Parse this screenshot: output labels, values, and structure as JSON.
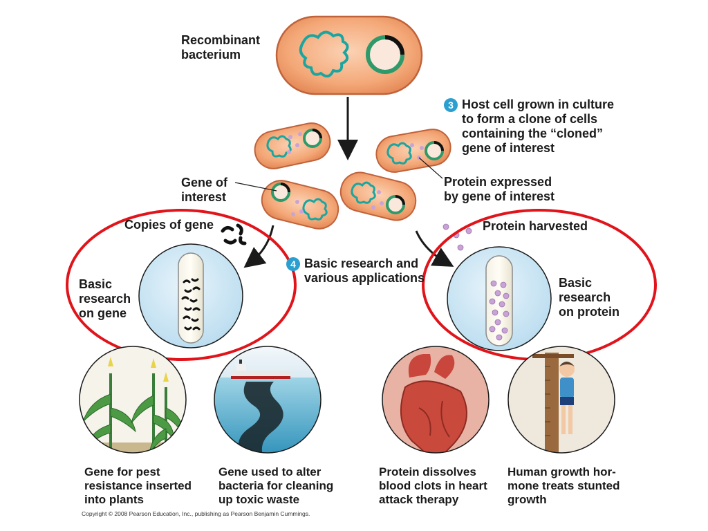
{
  "labels": {
    "recombinant_bacterium": "Recombinant\nbacterium",
    "step3_number": "3",
    "step3_text": "Host cell grown in culture\nto form a clone of cells\ncontaining the “cloned”\ngene of interest",
    "gene_of_interest": "Gene of\ninterest",
    "protein_expressed": "Protein expressed\nby gene of interest",
    "copies_of_gene": "Copies of gene",
    "protein_harvested": "Protein harvested",
    "step4_number": "4",
    "step4_text": "Basic research and\nvarious applications",
    "basic_research_gene": "Basic\nresearch\non gene",
    "basic_research_protein": "Basic\nresearch\non protein"
  },
  "applications": [
    {
      "caption": "Gene for pest\nresistance inserted\ninto plants",
      "icon": "corn-plants-icon"
    },
    {
      "caption": "Gene used to alter\nbacteria for cleaning\nup toxic waste",
      "icon": "oil-spill-icon"
    },
    {
      "caption": "Protein dissolves\nblood clots in heart\nattack therapy",
      "icon": "heart-icon"
    },
    {
      "caption": "Human growth hor-\nmone treats stunted\ngrowth",
      "icon": "child-height-icon"
    }
  ],
  "copyright": "Copyright © 2008 Pearson Education, Inc., publishing as Pearson Benjamin Cummings.",
  "colors": {
    "cell_fill": "#f4a878",
    "cell_outline": "#c0623a",
    "dna": "#1aa6a0",
    "plasmid": "#2e9a6a",
    "protein": "#c9a3d6",
    "highlight_circle": "#e0141a",
    "step_badge": "#2a9fd0"
  }
}
